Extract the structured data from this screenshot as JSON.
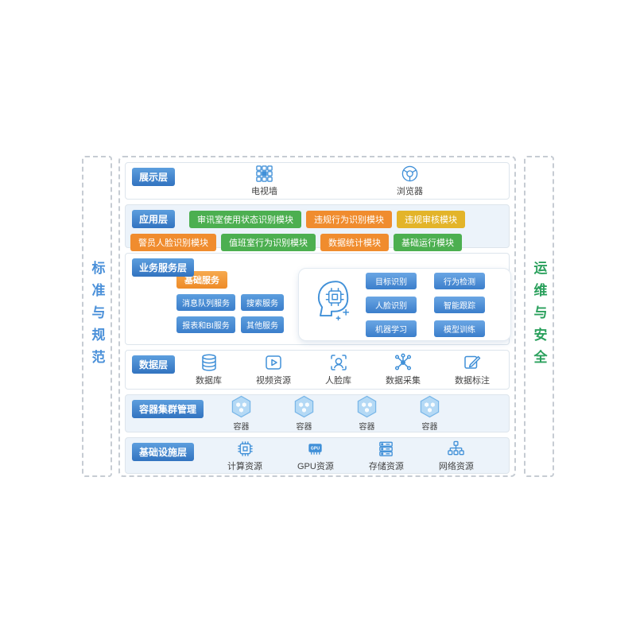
{
  "colors": {
    "layer_label_blue": "#3273c0",
    "green_module": "#4caf50",
    "orange_module": "#f08c2e",
    "yellow_module": "#e3b429",
    "service_button_blue": "#3b7ecb",
    "basic_services_orange": "#ee8b28",
    "icon_blue": "#4090d8",
    "left_pillar_text": "#4a90d9",
    "right_pillar_text": "#2aa05c"
  },
  "sidebar_left": {
    "label": "标准与规范"
  },
  "sidebar_right": {
    "label": "运维与安全"
  },
  "presentation": {
    "label": "展示层",
    "items": [
      {
        "icon": "tv-wall-icon",
        "label": "电视墙"
      },
      {
        "icon": "browser-icon",
        "label": "浏览器"
      }
    ]
  },
  "application": {
    "label": "应用层",
    "row1": [
      {
        "label": "审讯室使用状态识别模块",
        "color": "#4caf50"
      },
      {
        "label": "违规行为识别模块",
        "color": "#f08c2e"
      },
      {
        "label": "违规审核模块",
        "color": "#e3b429"
      }
    ],
    "row2": [
      {
        "label": "警员人脸识别模块",
        "color": "#f08c2e"
      },
      {
        "label": "值班室行为识别模块",
        "color": "#4caf50"
      },
      {
        "label": "数据统计模块",
        "color": "#f08c2e"
      },
      {
        "label": "基础运行模块",
        "color": "#4caf50"
      }
    ]
  },
  "business": {
    "label": "业务服务层",
    "basic": {
      "label": "基础服务",
      "items": [
        "消息队列服务",
        "搜索服务",
        "报表和BI服务",
        "其他服务"
      ]
    },
    "ai": {
      "items": [
        "目标识别",
        "行为检测",
        "人脸识别",
        "智能跟踪",
        "机器学习",
        "模型训练"
      ]
    }
  },
  "data_layer": {
    "label": "数据层",
    "items": [
      {
        "icon": "database-icon",
        "label": "数据库"
      },
      {
        "icon": "video-resource-icon",
        "label": "视频资源"
      },
      {
        "icon": "face-library-icon",
        "label": "人脸库"
      },
      {
        "icon": "data-collect-icon",
        "label": "数据采集"
      },
      {
        "icon": "data-annotate-icon",
        "label": "数据标注"
      }
    ]
  },
  "container_layer": {
    "label": "容器集群管理",
    "items": [
      {
        "label": "容器"
      },
      {
        "label": "容器"
      },
      {
        "label": "容器"
      },
      {
        "label": "容器"
      }
    ]
  },
  "infrastructure": {
    "label": "基础设施层",
    "items": [
      {
        "icon": "cpu-icon",
        "label": "计算资源"
      },
      {
        "icon": "gpu-icon",
        "label": "GPU资源",
        "chip_text": "GPU"
      },
      {
        "icon": "storage-icon",
        "label": "存储资源"
      },
      {
        "icon": "network-icon",
        "label": "网络资源"
      }
    ]
  }
}
